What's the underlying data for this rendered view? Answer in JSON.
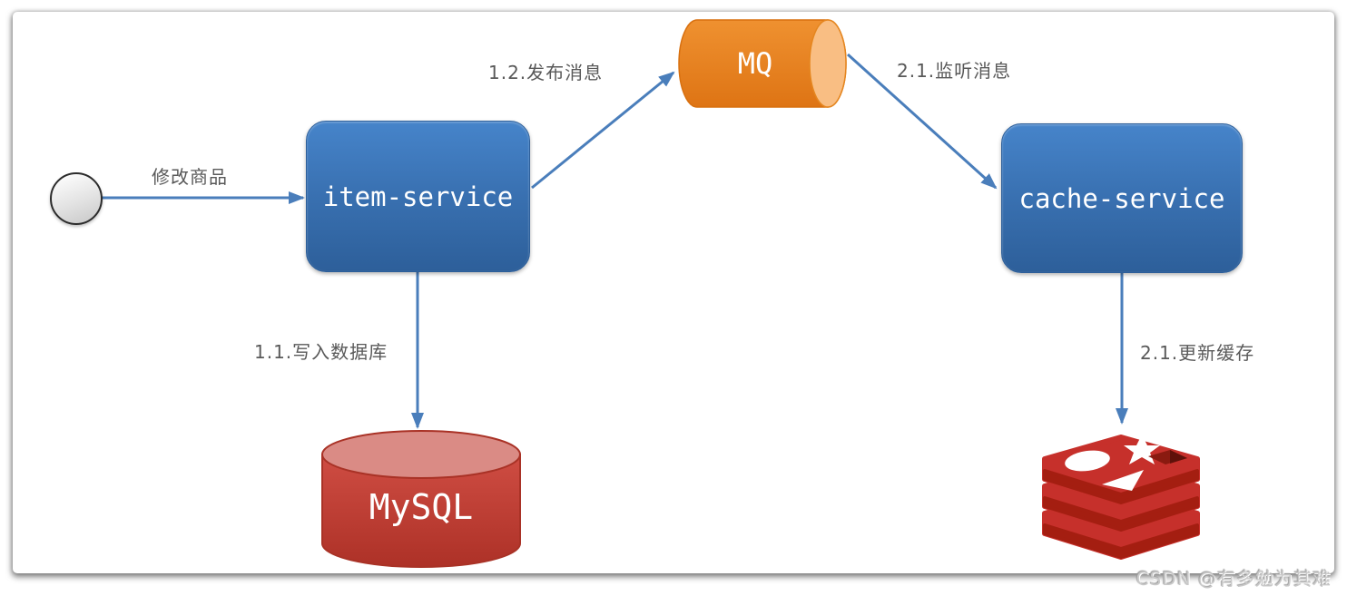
{
  "diagram": {
    "title_hint": "item-service publishes message to MQ; cache-service listens and updates Redis; MySQL stores data"
  },
  "nodes": {
    "start": {
      "type": "start-circle"
    },
    "item_service": {
      "label": "item-service"
    },
    "mq": {
      "label": "MQ"
    },
    "cache_service": {
      "label": "cache-service"
    },
    "mysql": {
      "label": "MySQL"
    },
    "redis": {
      "type": "redis-logo"
    }
  },
  "edges": [
    {
      "id": "user-to-item-service",
      "label": "修改商品"
    },
    {
      "id": "item-service-to-mq",
      "label": "1.2.发布消息"
    },
    {
      "id": "mq-to-cache-service",
      "label": "2.1.监听消息"
    },
    {
      "id": "item-service-to-mysql",
      "label": "1.1.写入数据库"
    },
    {
      "id": "cache-service-to-redis",
      "label": "2.1.更新缓存"
    }
  ],
  "watermark": {
    "text": "CSDN @有多勉为其难"
  },
  "colors": {
    "service_gradient_top": "#4684ca",
    "service_gradient_bottom": "#2d5f9a",
    "arrow": "#4a7ebb",
    "edge_label_text": "#595959",
    "mq_body": "#e8821e",
    "mq_cap": "#f9be83",
    "mysql_body_top": "#cf4d43",
    "mysql_body_bottom": "#ad3127",
    "mysql_top_ellipse": "#da8b85",
    "redis_red": "#c6302b",
    "redis_dark_red": "#a41e11",
    "node_text": "#ffffff"
  }
}
